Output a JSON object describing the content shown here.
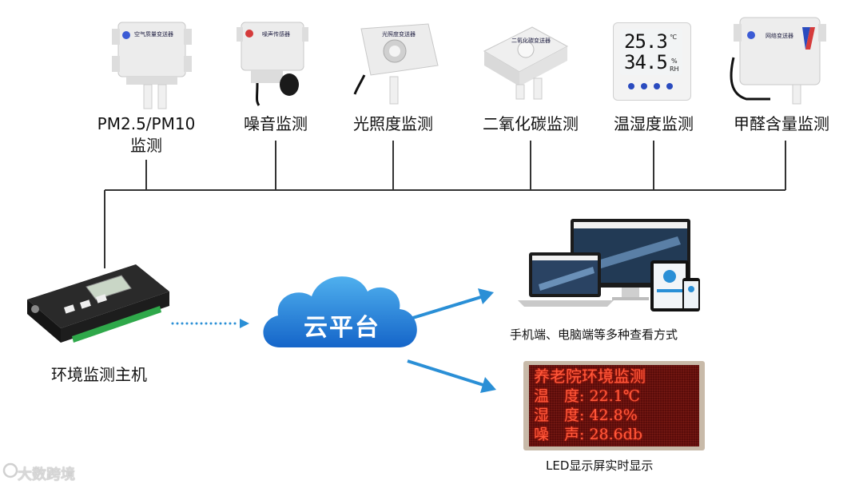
{
  "sensors": [
    {
      "label_line1": "PM2.5/PM10",
      "label_line2": "监测",
      "device_name": "空气质量变送器"
    },
    {
      "label_line1": "噪音监测",
      "device_name": "噪声传感器"
    },
    {
      "label_line1": "光照度监测",
      "device_name": "光照度变送器"
    },
    {
      "label_line1": "二氧化碳监测",
      "device_name": "二氧化碳变送器"
    },
    {
      "label_line1": "温湿度监测",
      "display_temp": "25.3",
      "display_temp_unit": "℃",
      "display_hum": "34.5",
      "display_hum_unit": "%",
      "display_rh": "RH"
    },
    {
      "label_line1": "甲醛含量监测",
      "device_name": "网络变送器"
    }
  ],
  "host": {
    "label": "环境监测主机"
  },
  "cloud": {
    "label": "云平台"
  },
  "outputs": {
    "devices_caption": "手机端、电脑端等多种查看方式",
    "led_caption": "LED显示屏实时显示"
  },
  "led_screen": {
    "title": "养老院环境监测",
    "rows": [
      {
        "name": "温　度:",
        "value": "22.1℃"
      },
      {
        "name": "湿　度:",
        "value": "42.8%"
      },
      {
        "name": "噪　声:",
        "value": "28.6db"
      }
    ]
  },
  "watermark": "大数跨境",
  "colors": {
    "line": "#333333",
    "arrow": "#2a8fd6",
    "cloud": "#1f7fd8",
    "led_text": "#ff5a3c"
  }
}
